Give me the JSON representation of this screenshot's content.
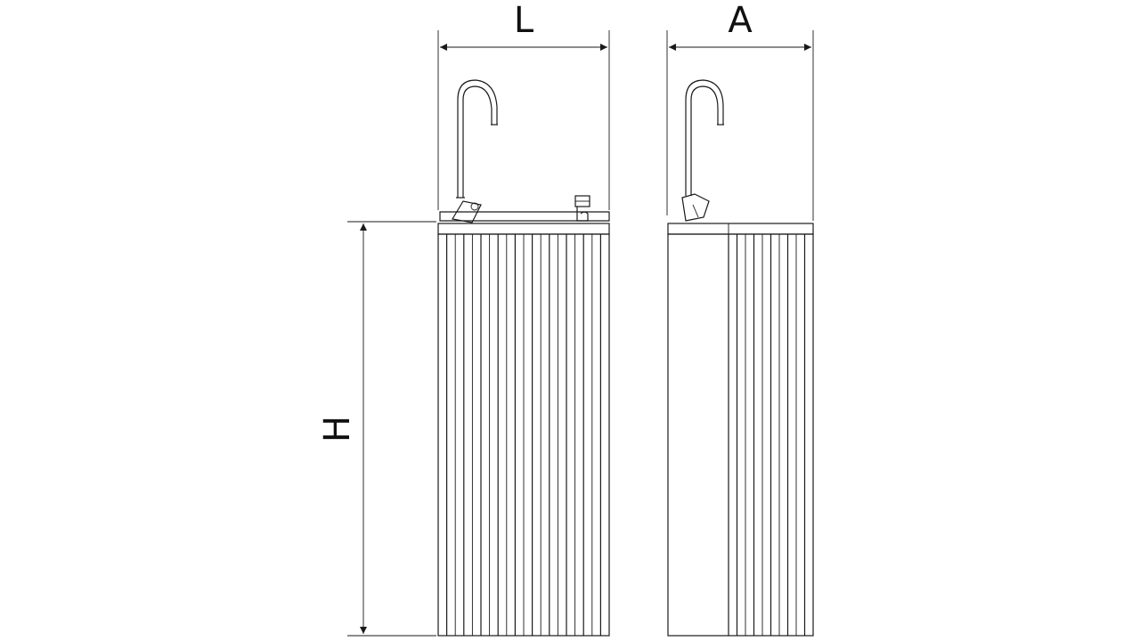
{
  "dimensions": {
    "width_label": "L",
    "depth_label": "A",
    "height_label": "H"
  },
  "colors": {
    "line": "#1a1a1a",
    "background": "#ffffff"
  }
}
